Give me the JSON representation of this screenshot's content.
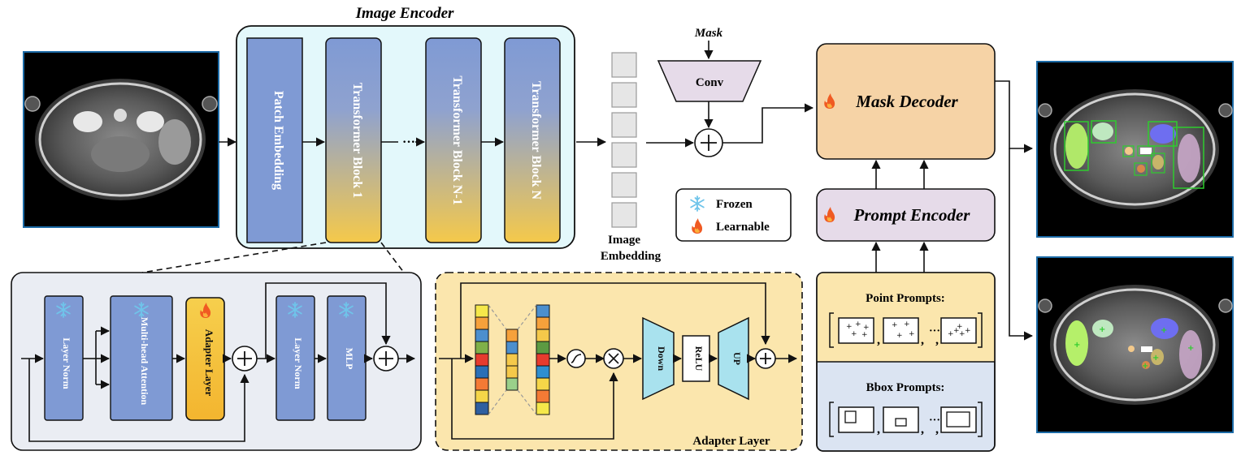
{
  "encoder": {
    "title": "Image Encoder",
    "patch": "Patch Embedding",
    "block1": "Transformer Block 1",
    "blockN1": "Transformer Block N-1",
    "blockN": "Transformer Block N"
  },
  "embedding": {
    "line1": "Image",
    "line2": "Embedding"
  },
  "mask_branch": {
    "mask": "Mask",
    "conv": "Conv"
  },
  "decoder": {
    "mask_decoder": "Mask Decoder",
    "prompt_encoder": "Prompt Encoder"
  },
  "legend": {
    "frozen": "Frozen",
    "learnable": "Learnable"
  },
  "block_detail": {
    "layer_norm_1": "Layer Norm",
    "mha": "Multi-head Attention",
    "adapter": "Adapter Layer",
    "layer_norm_2": "Layer Norm",
    "mlp": "MLP"
  },
  "adapter_detail": {
    "down": "Down",
    "relu": "ReLU",
    "up": "UP",
    "caption": "Adapter Layer"
  },
  "prompts": {
    "point": "Point Prompts:",
    "bbox": "Bbox Prompts:",
    "ellipsis": "···",
    "comma": ","
  },
  "colors": {
    "blue_block": "#7f9ad4",
    "gold": "#f5c94a",
    "encoder_bg": "#e3f8fb",
    "decoder_bg": "#f6d3a6",
    "prompt_enc_bg": "#e6dbe9",
    "adapter_bg": "#fbe6ad",
    "block_bg": "#eaedf3",
    "bbox_bg": "#dbe4f2",
    "trapezoid": "#a9e2ee",
    "frame_blue": "#1b6aa6"
  },
  "icons": {
    "frozen": "snowflake-icon",
    "learnable": "flame-icon"
  }
}
